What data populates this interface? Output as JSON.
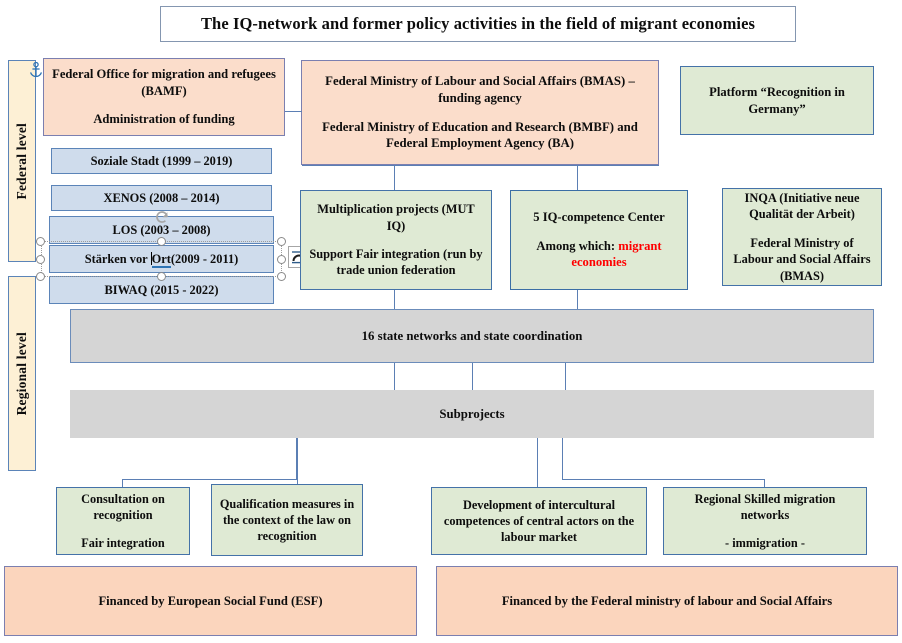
{
  "document": {
    "title": "The IQ-network and former policy activities in the field of migrant economies"
  },
  "level_labels": {
    "federal": "Federal level",
    "regional": "Regional level"
  },
  "federal_row": {
    "bamf": {
      "line1": "Federal Office for migration and refugees (BAMF)",
      "line2": "Administration of funding"
    },
    "ministries": {
      "line1": "Federal Ministry of Labour and Social Affairs (BMAS) – funding agency",
      "line2": "Federal Ministry of Education and Research (BMBF) and Federal Employment Agency (BA)"
    },
    "platform": {
      "line1": "Platform “Recognition in Germany”"
    }
  },
  "programmes": [
    {
      "label": "Soziale Stadt (1999 – 2019)"
    },
    {
      "label": "XENOS (2008 – 2014)"
    },
    {
      "label": "LOS (2003 – 2008)"
    },
    {
      "label_pre": "Stärken vor ",
      "label_word": "Ort",
      "label_post": "(2009 - 2011)",
      "label": "Stärken vor Ort(2009 - 2011)",
      "selected": true
    },
    {
      "label": "BIWAQ (2015 - 2022)"
    }
  ],
  "mid_row": {
    "mut_iq": {
      "line1": "Multiplication projects (MUT IQ)",
      "line2": "Support Fair integration (run by trade union federation"
    },
    "competence": {
      "line1": "5 IQ-competence Center",
      "line2_prefix": "Among which",
      "line2_colon": ": ",
      "line2_highlight": "migrant economies"
    },
    "inqa": {
      "line1": "INQA (Initiative neue Qualität der Arbeit)",
      "line2": "Federal Ministry of Labour and Social Affairs (BMAS)"
    }
  },
  "bars": {
    "state_networks": "16 state networks and state coordination",
    "subprojects": "Subprojects"
  },
  "subproject_boxes": [
    {
      "line1": "Consultation on recognition",
      "line2": "Fair integration"
    },
    {
      "line1": "Qualification measures in the context of the law on recognition",
      "line2": ""
    },
    {
      "line1": "Development of intercultural competences of central actors on the labour market",
      "line2": ""
    },
    {
      "line1": "Regional Skilled migration networks",
      "line2": "-    immigration -"
    }
  ],
  "funding": {
    "esf": "Financed by European Social Fund (ESF)",
    "federal": "Financed by the Federal ministry of labour and Social Affairs"
  },
  "editor_chrome": {
    "anchor_icon": "anchor-icon",
    "layout_options_icon": "text-wrap-icon",
    "rotate_handle_icon": "rotate-icon",
    "selected_shape": "Stärken vor Ort(2009 - 2011)"
  },
  "colors": {
    "peach": "#fbddcb",
    "peach_bottom": "#fbd5bd",
    "green": "#dfead4",
    "blue": "#cfdcec",
    "gray": "#d5d5d5",
    "cream": "#fdf0d5",
    "connector": "#5b7fb4",
    "highlight_red": "#ff0000"
  }
}
